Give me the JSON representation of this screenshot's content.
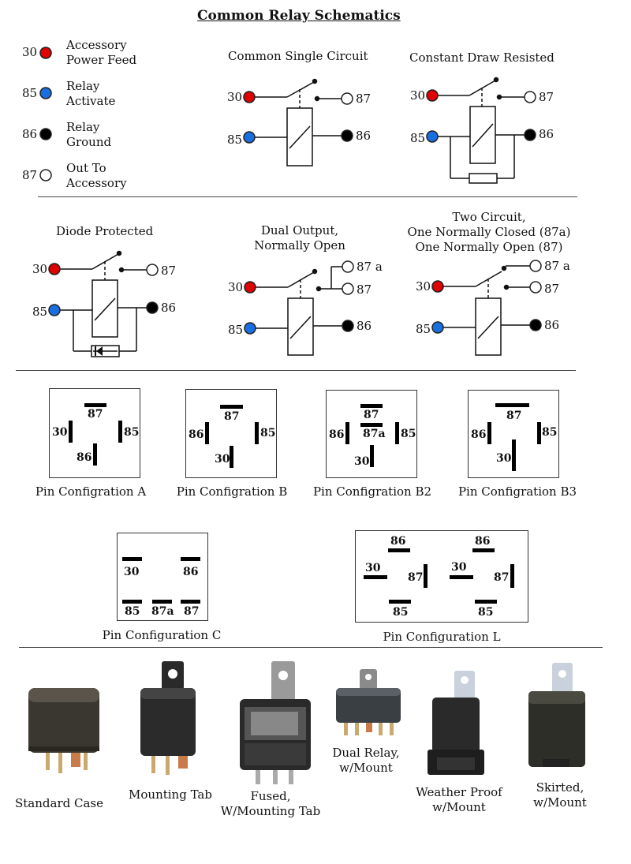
{
  "title": "Common Relay Schematics",
  "colors": {
    "pin30": "#e00000",
    "pin85": "#1a6fe0",
    "pin86": "#000000",
    "pin87": "#ffffff"
  },
  "legend": [
    {
      "pin": "30",
      "line1": "Accessory",
      "line2": "Power Feed"
    },
    {
      "pin": "85",
      "line1": "Relay",
      "line2": "Activate"
    },
    {
      "pin": "86",
      "line1": "Relay",
      "line2": "Ground"
    },
    {
      "pin": "87",
      "line1": "Out To",
      "line2": "Accessory"
    }
  ],
  "schematics": {
    "single": {
      "title": "Common Single Circuit"
    },
    "resisted": {
      "title": "Constant Draw Resisted"
    },
    "diode": {
      "title": "Diode Protected"
    },
    "dual": {
      "title_line1": "Dual Output,",
      "title_line2": "Normally Open"
    },
    "two": {
      "title_line1": "Two Circuit,",
      "title_line2": "One Normally Closed (87a)",
      "title_line3": "One Normally Open (87)"
    }
  },
  "pins": {
    "p30": "30",
    "p85": "85",
    "p86": "86",
    "p87": "87",
    "p87a": "87a",
    "p87a_spaced": "87 a"
  },
  "pin_configs": {
    "a": "Pin Configration A",
    "b": "Pin Configration B",
    "b2": "Pin Configration B2",
    "b3": "Pin Configration B3",
    "c": "Pin Configuration C",
    "l": "Pin Configuration L"
  },
  "relays": [
    {
      "line1": "Standard Case",
      "line2": ""
    },
    {
      "line1": "Mounting Tab",
      "line2": ""
    },
    {
      "line1": "Fused,",
      "line2": "W/Mounting Tab"
    },
    {
      "line1": "Dual Relay,",
      "line2": "w/Mount"
    },
    {
      "line1": "Weather Proof",
      "line2": "w/Mount"
    },
    {
      "line1": "Skirted,",
      "line2": "w/Mount"
    }
  ]
}
